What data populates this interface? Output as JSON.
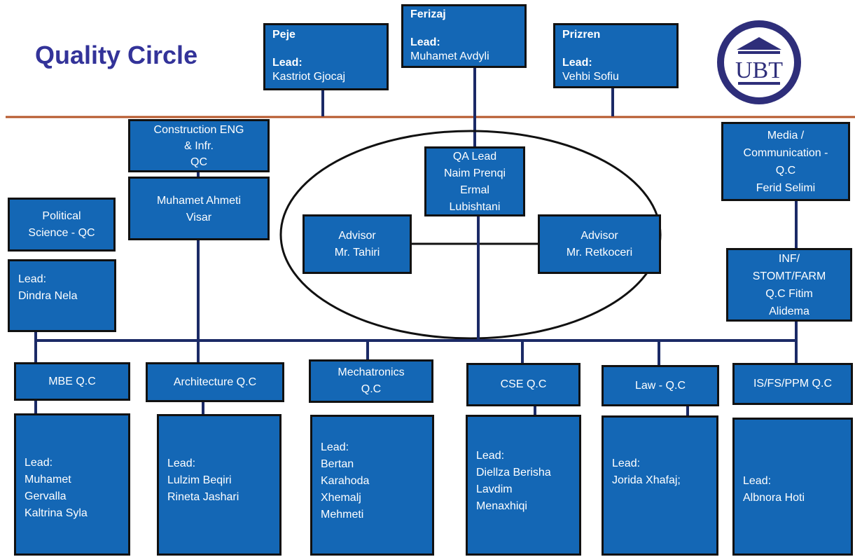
{
  "title": "Quality Circle",
  "logo": {
    "text": "UBT"
  },
  "colors": {
    "box": "#1467b5",
    "border": "#111111",
    "divider": "#b5562a",
    "title": "#333399",
    "logo": "#2e2e7a"
  },
  "branches": {
    "peje": {
      "name": "Peje",
      "lead_label": "Lead:",
      "lead": "Kastriot Gjocaj"
    },
    "ferizaj": {
      "name": "Ferizaj",
      "lead_label": "Lead:",
      "lead": "Muhamet Avdyli"
    },
    "prizren": {
      "name": "Prizren",
      "lead_label": "Lead:",
      "lead": "Vehbi Sofiu"
    }
  },
  "construction": {
    "line1": "Construction  ENG",
    "line2": "& Infr.",
    "line3": "QC"
  },
  "construction_members": {
    "line1": "Muhamet Ahmeti",
    "line2": "Visar"
  },
  "qa_lead": {
    "line1": "QA  Lead",
    "line2": "Naim Prenqi",
    "line3": "Ermal",
    "line4": "Lubishtani"
  },
  "advisor_left": {
    "line1": "Advisor",
    "line2": "Mr. Tahiri"
  },
  "advisor_right": {
    "line1": "Advisor",
    "line2": "Mr. Retkoceri"
  },
  "media": {
    "line1": "Media /",
    "line2": "Communication -",
    "line3": "Q.C",
    "line4": "Ferid Selimi"
  },
  "inf": {
    "line1": "INF/",
    "line2": "STOMT/FARM",
    "line3": "Q.C Fitim",
    "line4": "Alidema"
  },
  "political": {
    "line1": "Political",
    "line2": "Science - QC"
  },
  "political_lead": {
    "line1": "Lead:",
    "line2": "Dindra Nela"
  },
  "qcs": [
    {
      "title": "MBE Q.C",
      "lead": [
        "Lead:",
        "Muhamet",
        "Gervalla",
        "Kaltrina Syla"
      ]
    },
    {
      "title": "Architecture Q.C",
      "lead": [
        "Lead:",
        "Lulzim Beqiri",
        "Rineta Jashari"
      ]
    },
    {
      "title": "Mechatronics Q.C",
      "title_lines": [
        "Mechatronics",
        "Q.C"
      ],
      "lead": [
        "Lead:",
        "Bertan",
        "Karahoda",
        "Xhemalj",
        "Mehmeti"
      ]
    },
    {
      "title": "CSE Q.C",
      "lead": [
        "Lead:",
        "Diellza Berisha",
        "Lavdim",
        "Menaxhiqi"
      ]
    },
    {
      "title": "Law - Q.C",
      "lead": [
        "Lead:",
        "Jorida Xhafaj;"
      ]
    },
    {
      "title": "IS/FS/PPM Q.C",
      "lead": [
        "Lead:",
        "Albnora Hoti"
      ]
    }
  ]
}
